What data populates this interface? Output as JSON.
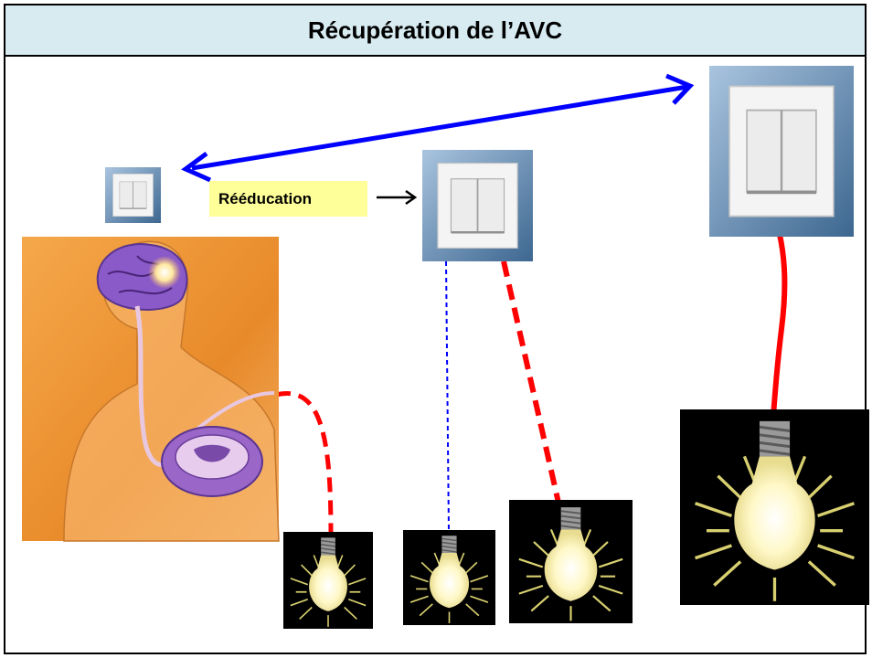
{
  "title": "Récupération de l’AVC",
  "label": "Rééducation",
  "colors": {
    "header_bg": "#d7ebf1",
    "arrow_blue": "#0000ff",
    "wire_red": "#ff0000",
    "label_bg": "#ffff99"
  },
  "elements": {
    "switches": [
      "small-switch",
      "medium-switch",
      "large-switch"
    ],
    "bulbs": [
      "bulb-small-1",
      "bulb-small-2",
      "bulb-medium",
      "bulb-large"
    ],
    "illustration": "brain-spinal-cord-illustration"
  }
}
